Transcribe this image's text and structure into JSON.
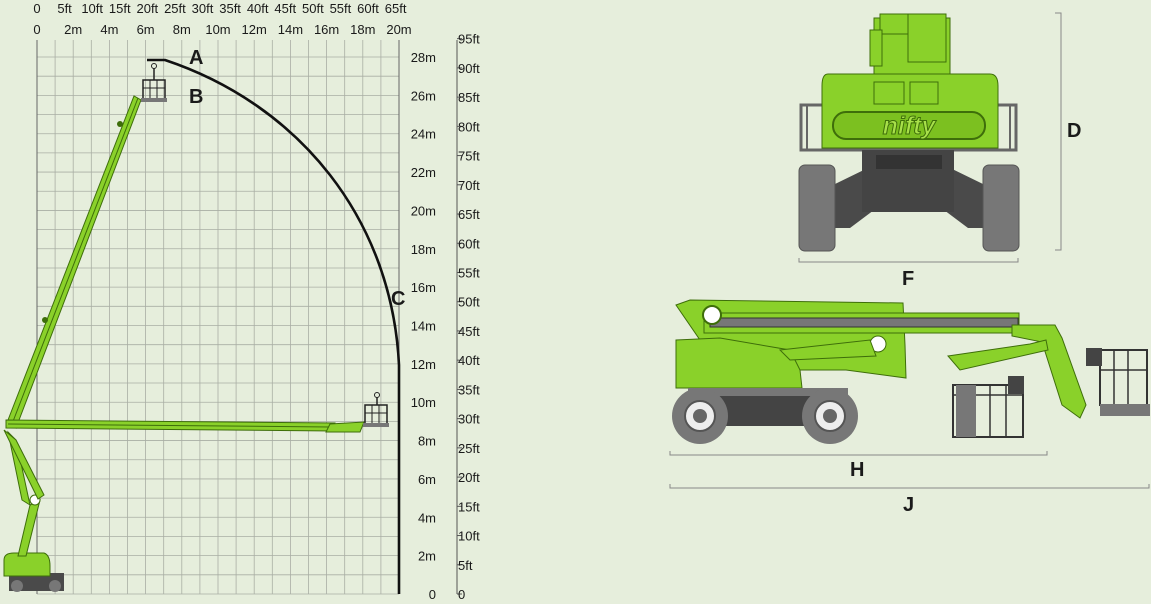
{
  "colors": {
    "background": "#e6eedc",
    "grid": "#a9aea4",
    "machine_green": "#8ad12a",
    "machine_green_dark": "#5f9a15",
    "chassis_grey": "#4a4a4a",
    "tyre_grey": "#777777",
    "envelope": "#111111"
  },
  "axes": {
    "top_ft_ticks": [
      "0",
      "5ft",
      "10ft",
      "15ft",
      "20ft",
      "25ft",
      "30ft",
      "35ft",
      "40ft",
      "45ft",
      "50ft",
      "55ft",
      "60ft",
      "65ft"
    ],
    "top_m_ticks": [
      "0",
      "2m",
      "4m",
      "6m",
      "8m",
      "10m",
      "12m",
      "14m",
      "16m",
      "18m",
      "20m"
    ],
    "right_m_ticks": [
      "0",
      "2m",
      "4m",
      "6m",
      "8m",
      "10m",
      "12m",
      "14m",
      "16m",
      "18m",
      "20m",
      "22m",
      "24m",
      "26m",
      "28m"
    ],
    "right_ft_ticks": [
      "0",
      "5ft",
      "10ft",
      "15ft",
      "20ft",
      "25ft",
      "30ft",
      "35ft",
      "40ft",
      "45ft",
      "50ft",
      "55ft",
      "60ft",
      "65ft",
      "70ft",
      "75ft",
      "80ft",
      "85ft",
      "90ft",
      "95ft"
    ]
  },
  "range_labels": {
    "max_height": "A",
    "platform_height": "B",
    "outreach": "C"
  },
  "dimension_labels": {
    "stowed_height": "D",
    "overall_width": "F",
    "stowed_length": "H",
    "overall_length": "J"
  },
  "brand": {
    "logo_text": "nifty"
  }
}
